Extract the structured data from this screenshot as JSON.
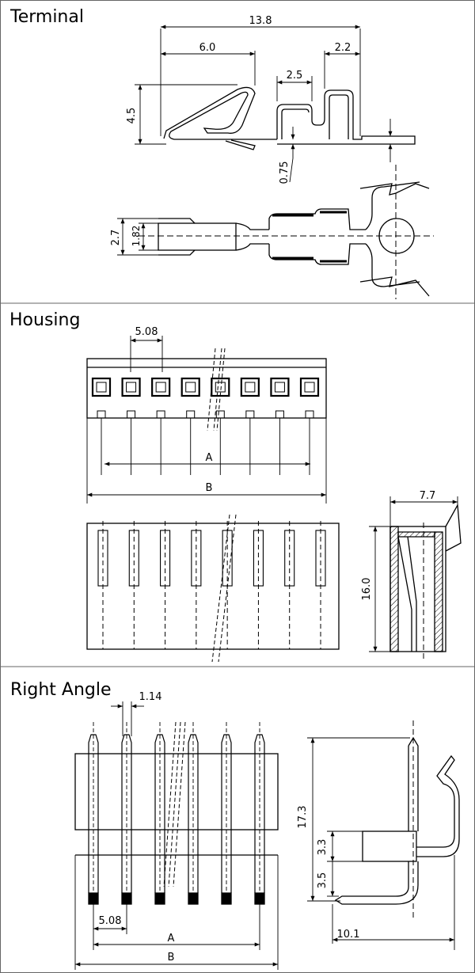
{
  "sections": {
    "terminal": {
      "title": "Terminal",
      "dims": {
        "overall_length": "13.8",
        "spring_length": "6.0",
        "insulation_crimp": "2.2",
        "wire_crimp": "2.5",
        "height": "4.5",
        "thickness": "0.75",
        "width": "2.7",
        "inner_width": "1.82"
      }
    },
    "housing": {
      "title": "Housing",
      "cavity_count": 8,
      "dims": {
        "pitch": "5.08",
        "span_a": "A",
        "span_b": "B",
        "depth": "7.7",
        "height": "16.0"
      }
    },
    "right_angle": {
      "title": "Right Angle",
      "pin_count": 6,
      "dims": {
        "pin_width": "1.14",
        "pitch": "5.08",
        "span_a": "A",
        "span_b": "B",
        "total_height": "17.3",
        "body_height": "3.3",
        "tail_length": "3.5",
        "depth": "10.1"
      }
    }
  },
  "colors": {
    "line": "#000000",
    "frame": "#666666",
    "background": "#ffffff"
  }
}
